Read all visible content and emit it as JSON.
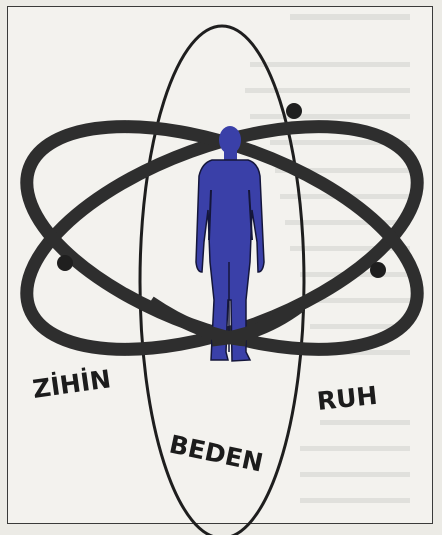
{
  "labels": {
    "mind": "ZİHİN",
    "body": "BEDEN",
    "spirit": "RUH"
  },
  "colors": {
    "figure": "#3a40a8",
    "figure_shadow": "#14163a",
    "orbit": "#2e2e2e",
    "thin_orbit": "#1e1e1e",
    "frame": "#3a3a3a"
  }
}
